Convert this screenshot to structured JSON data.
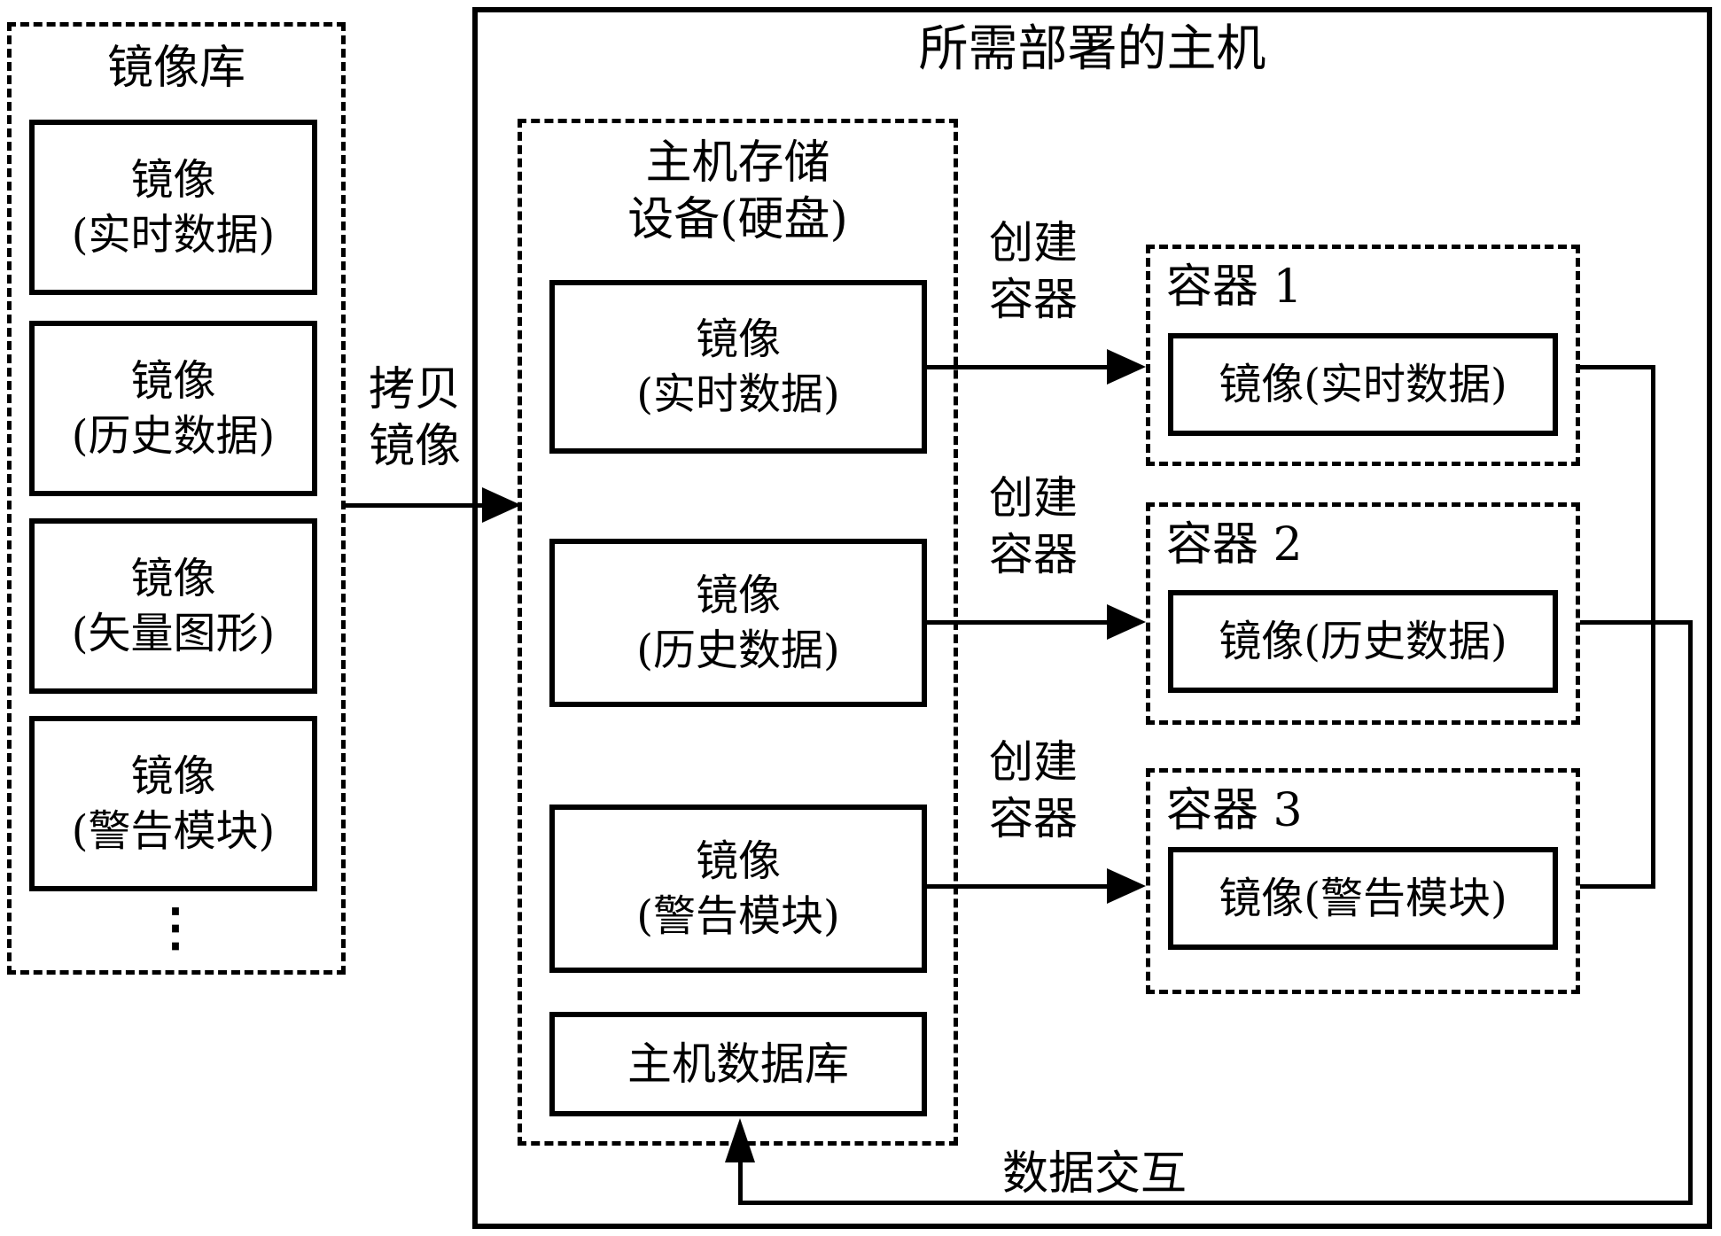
{
  "colors": {
    "ink": "#000000",
    "background": "#ffffff"
  },
  "repo": {
    "title": "镜像库",
    "items": [
      {
        "line1": "镜像",
        "line2": "(实时数据)"
      },
      {
        "line1": "镜像",
        "line2": "(历史数据)"
      },
      {
        "line1": "镜像",
        "line2": "(矢量图形)"
      },
      {
        "line1": "镜像",
        "line2": "(警告模块)"
      }
    ],
    "ellipsis": "⋮"
  },
  "copy_arrow": {
    "line1": "拷贝",
    "line2": "镜像"
  },
  "host": {
    "title": "所需部署的主机",
    "storage": {
      "title_line1": "主机存储",
      "title_line2": "设备(硬盘)",
      "images": [
        {
          "line1": "镜像",
          "line2": "(实时数据)"
        },
        {
          "line1": "镜像",
          "line2": "(历史数据)"
        },
        {
          "line1": "镜像",
          "line2": "(警告模块)"
        }
      ],
      "database": "主机数据库"
    },
    "create_labels": [
      {
        "line1": "创建",
        "line2": "容器"
      },
      {
        "line1": "创建",
        "line2": "容器"
      },
      {
        "line1": "创建",
        "line2": "容器"
      }
    ],
    "containers": [
      {
        "title": "容器 1",
        "image": "镜像(实时数据)"
      },
      {
        "title": "容器 2",
        "image": "镜像(历史数据)"
      },
      {
        "title": "容器 3",
        "image": "镜像(警告模块)"
      }
    ],
    "data_interaction_label": "数据交互"
  }
}
